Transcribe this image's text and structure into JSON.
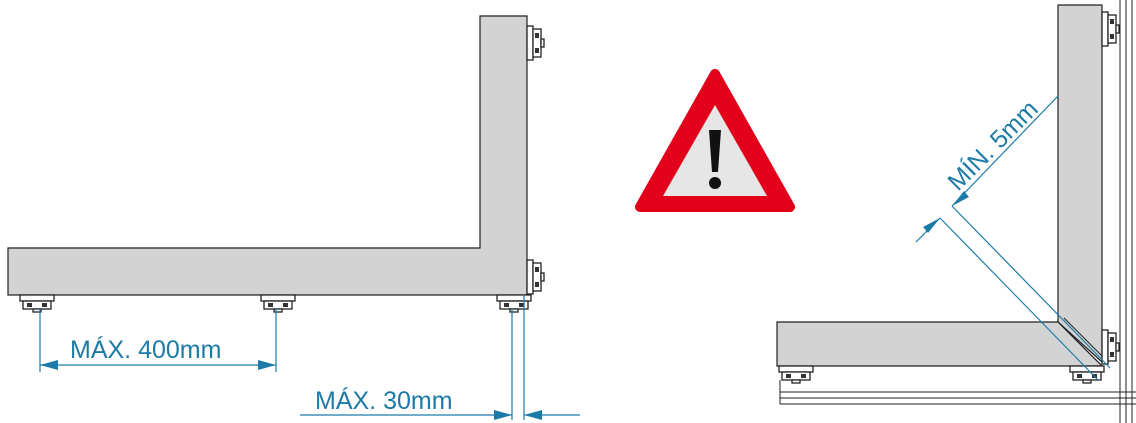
{
  "labels": {
    "max_spacing": "MÁX. 400mm",
    "max_edge": "MÁX. 30mm",
    "min_gap": "MÍN. 5mm"
  },
  "colors": {
    "panel": "#d3d3d3",
    "outline": "#222222",
    "dimension": "#1c7ba6",
    "warning_red": "#e3001b",
    "warning_fill": "#e6e6e6"
  },
  "icons": {
    "warning": "warning-triangle-icon"
  }
}
